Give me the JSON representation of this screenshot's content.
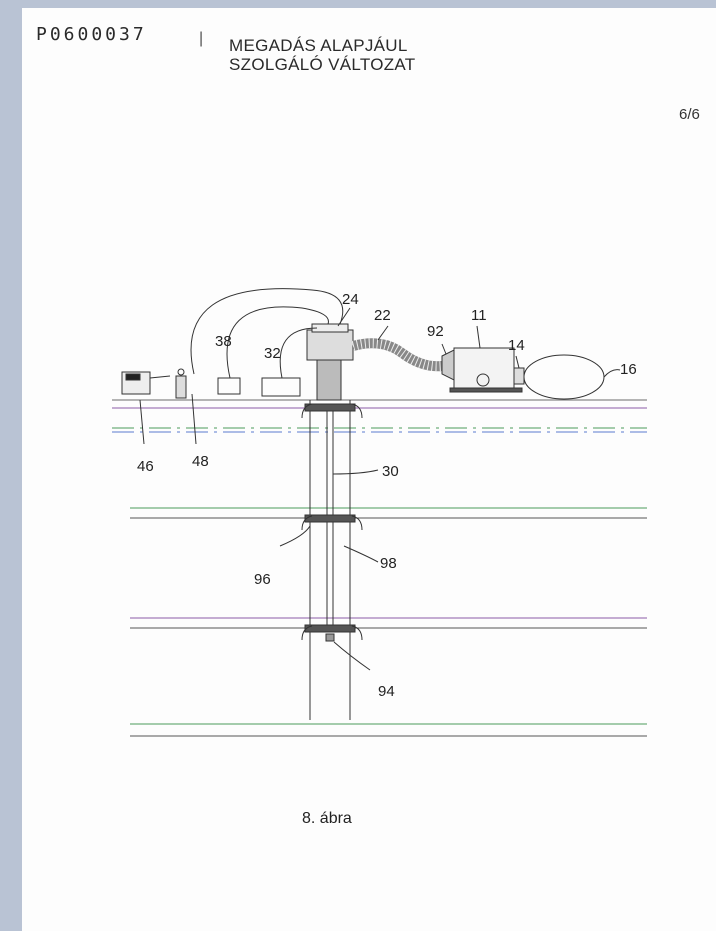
{
  "header": {
    "doc_id": "P0600037",
    "line1": "MEGADÁS ALAPJÁUL",
    "line2": "SZOLGÁLÓ VÁLTOZAT",
    "page_number": "6/6"
  },
  "figure": {
    "labels": {
      "l24": "24",
      "l22": "22",
      "l11": "11",
      "l92": "92",
      "l14": "14",
      "l16": "16",
      "l38": "38",
      "l32": "32",
      "l46": "46",
      "l48": "48",
      "l30": "30",
      "l96": "96",
      "l98": "98",
      "l94": "94"
    },
    "caption": "8. ábra"
  }
}
